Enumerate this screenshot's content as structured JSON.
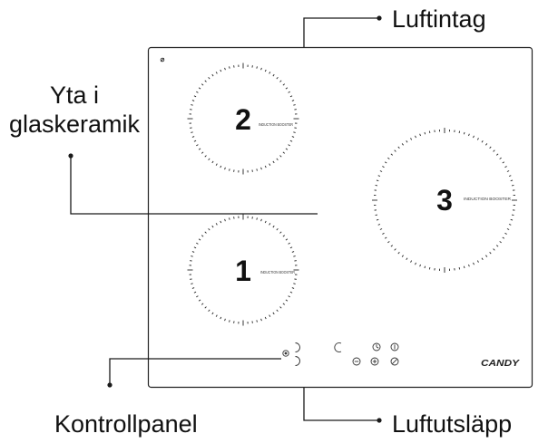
{
  "labels": {
    "air_intake": "Luftintag",
    "surface": [
      "Yta i",
      "glaskeramik"
    ],
    "control_panel": "Kontrollpanel",
    "air_outlet": "Luftutsläpp"
  },
  "zones": [
    {
      "number": "2",
      "booster_label": "INDUCTION BOOSTER"
    },
    {
      "number": "3",
      "booster_label": "INDUCTION BOOSTER"
    },
    {
      "number": "1",
      "booster_label": "INDUCTION BOOSTER"
    }
  ],
  "brand": "CANDY",
  "control_icons": [
    "selector-dot-icon",
    "bracket-symbol-icon",
    "bracket-symbol-icon",
    "c-symbol-icon",
    "timer-icon",
    "power-icon",
    "minus-icon",
    "plus-icon",
    "slash-circle-icon"
  ],
  "colors": {
    "ink": "#1a1a1a",
    "background": "#ffffff"
  }
}
